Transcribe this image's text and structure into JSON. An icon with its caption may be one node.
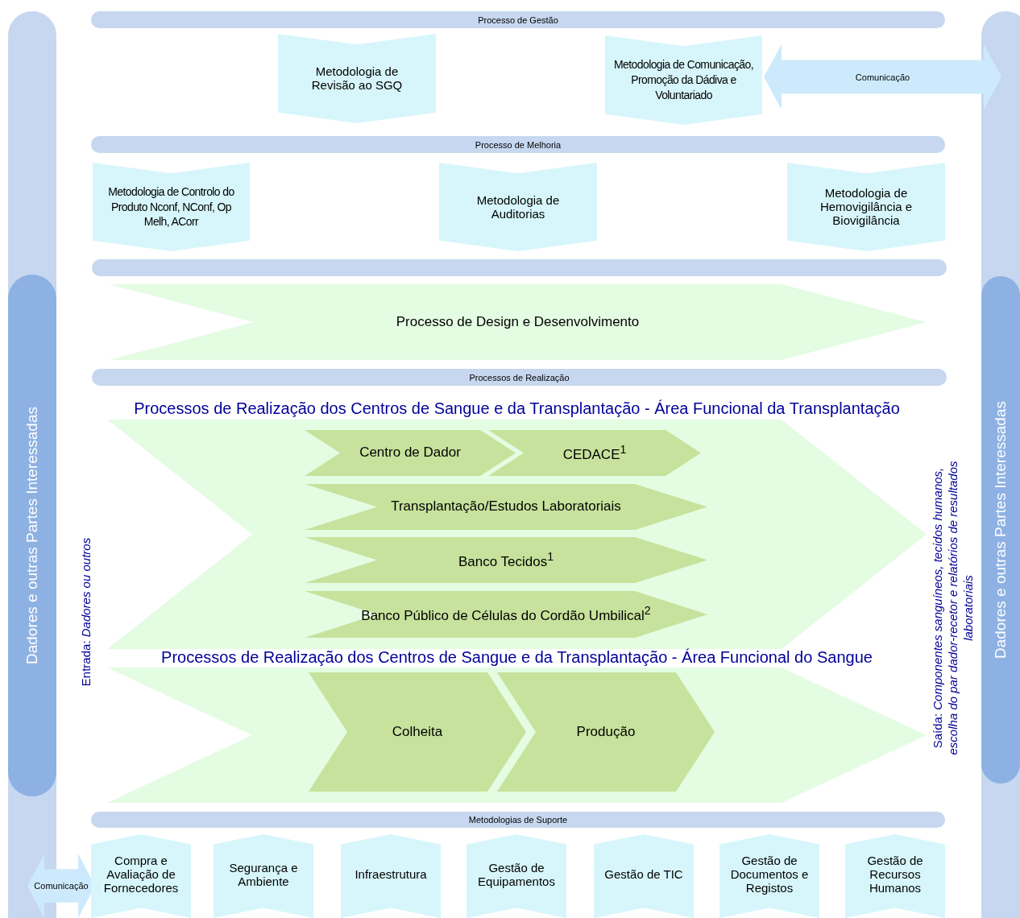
{
  "diagram": {
    "nodes": [
      {
        "text": [
          "Dadores e outras Partes Interessadas"
        ]
      },
      {
        "text": [
          "Processo de Gestão"
        ]
      },
      {
        "text": [
          "Metodologia de Revisão ao SGQ"
        ]
      },
      {
        "text": [
          "Metodologia de Comunicação, Promoção da Dádiva e Voluntariado"
        ]
      },
      {
        "text": [
          "Comunicação"
        ]
      },
      {
        "text": [
          "Processo de Melhoria"
        ]
      },
      {
        "text": [
          "Metodologia de Controlo do Produto Nconf, NConf, Op Melh, ACorr"
        ]
      },
      {
        "text": [
          "Metodologia de Auditorias"
        ]
      },
      {
        "text": [
          "Metodologia de Hemovigilância e Biovigilância"
        ]
      },
      {
        "text": [],
        "shape": "bar"
      },
      {
        "text": [
          "Processo de Design e Desenvolvimento"
        ]
      },
      {
        "text": [
          "Processos de Realização"
        ]
      },
      {
        "text": [
          "Processos de Realização dos Centros de Sangue e da Transplantação - Área Funcional da Transplantação"
        ]
      },
      {
        "text": [
          "Centro de Dador"
        ],
        "in": 12
      },
      {
        "text": [
          "CEDACE$^{1}$"
        ],
        "in": 12
      },
      {
        "text": [
          "Transplantação/Estudos Laboratoriais"
        ],
        "in": 12
      },
      {
        "text": [
          "Banco Tecidos$^{1}$"
        ],
        "in": 12
      },
      {
        "text": [
          "Banco Público de Células do Cordão Umbilical$^{2}$"
        ],
        "in": 12
      },
      {
        "text": [
          "Processos de Realização dos Centros de Sangue e da Transplantação - Área Funcional do Sangue"
        ]
      },
      {
        "text": [
          "Colheita"
        ],
        "in": 18
      },
      {
        "text": [
          "Produção"
        ],
        "in": 18
      },
      {
        "text": [
          "Metodologias de Suporte"
        ]
      },
      {
        "text": [
          "Comunicação"
        ]
      },
      {
        "text": [
          "Compra e Avaliação de Fornecedores"
        ]
      },
      {
        "text": [
          "Segurança e Ambiente"
        ]
      },
      {
        "text": [
          "Infraestrutura"
        ]
      },
      {
        "text": [
          "Gestão de Equipamentos"
        ]
      },
      {
        "text": [
          "Gestão de TIC"
        ]
      },
      {
        "text": [
          "Gestão de Documentos e Registos"
        ]
      },
      {
        "text": [
          "Gestão de Recursos Humanos"
        ]
      },
      {
        "text": [
          "Dadores e outras Partes Interessadas"
        ]
      }
    ],
    "labels": [
      "Entrada: *Dadores ou outros*",
      "Saída: *Componentes sanguíneos, tecidos humanos, escolha do par dador-recetor e relatórios de resultados laboratoriais*"
    ]
  }
}
